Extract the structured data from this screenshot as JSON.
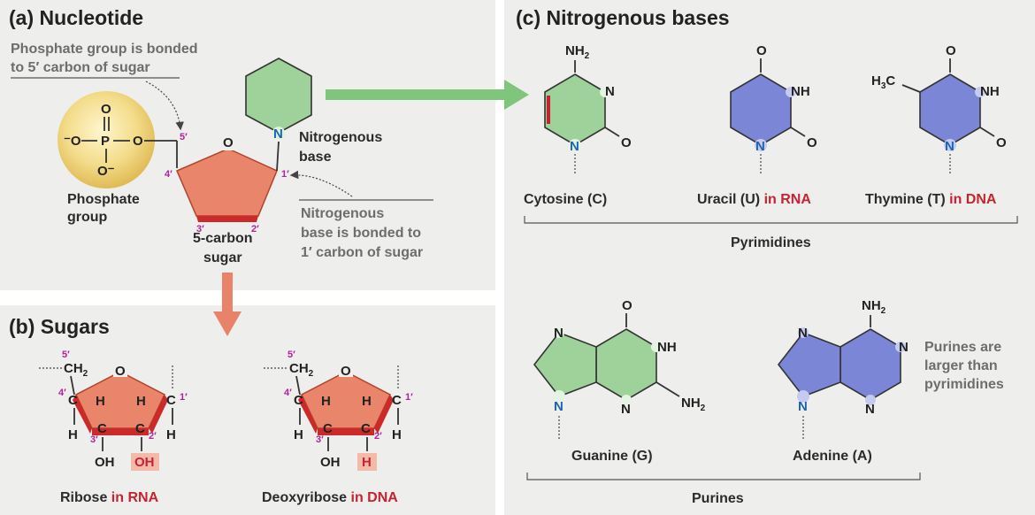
{
  "panel_a": {
    "title": "(a) Nucleotide",
    "phosphate_note_1": "Phosphate group is bonded",
    "phosphate_note_2": "to 5′ carbon of sugar",
    "phosphate_label_1": "Phosphate",
    "phosphate_label_2": "group",
    "sugar_label_1": "5-carbon",
    "sugar_label_2": "sugar",
    "base_label_1": "Nitrogenous",
    "base_label_2": "base",
    "base_note_1": "Nitrogenous",
    "base_note_2": "base is bonded to",
    "base_note_3": "1′ carbon of sugar",
    "carbon_5": "5′",
    "carbon_4": "4′",
    "carbon_3": "3′",
    "carbon_2": "2′",
    "carbon_1": "1′"
  },
  "panel_b": {
    "title": "(b) Sugars",
    "ribose_name": "Ribose",
    "ribose_suffix": "in RNA",
    "deoxy_name": "Deoxyribose",
    "deoxy_suffix": "in DNA",
    "ch2": "CH",
    "ribose_2_group": "OH",
    "deoxy_2_group": "H"
  },
  "panel_c": {
    "title": "(c) Nitrogenous bases",
    "cytosine": "Cytosine (C)",
    "uracil_name": "Uracil (U)",
    "uracil_suffix": "in RNA",
    "thymine_name": "Thymine (T)",
    "thymine_suffix": "in DNA",
    "pyrimidines": "Pyrimidines",
    "guanine": "Guanine (G)",
    "adenine": "Adenine (A)",
    "purines": "Purines",
    "purine_note_1": "Purines are",
    "purine_note_2": "larger than",
    "purine_note_3": "pyrimidines"
  },
  "colors": {
    "panel_bg": "#eeeeed",
    "sugar_fill": "#e9856a",
    "sugar_dark": "#cc2a2a",
    "green_base": "#9fd19b",
    "blue_base": "#7b86d6",
    "phosphate_fill": "#f1d67c",
    "arrow_green": "#7fc67c",
    "arrow_salmon": "#e8836a",
    "highlight_red": "#c4232f"
  }
}
